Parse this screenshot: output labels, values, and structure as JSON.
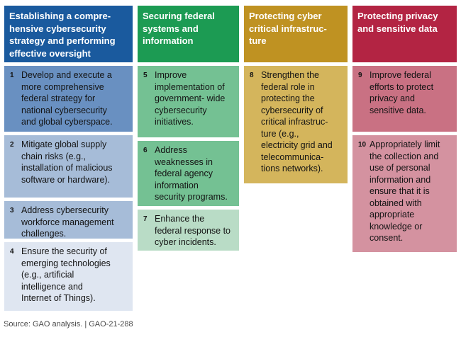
{
  "figure": {
    "source_line": "Source: GAO analysis.  |  GAO-21-288"
  },
  "palette": {
    "col1_header": "#1a5a9e",
    "col1_item_dark": "#6990c1",
    "col1_item_mid": "#a6bcd8",
    "col1_item_light": "#dfe6f1",
    "col2_header": "#1c9b53",
    "col2_item_mid": "#74c193",
    "col2_item_light": "#b9dcc6",
    "col3_header": "#bf9222",
    "col3_item": "#d4b55c",
    "col4_header": "#b32443",
    "col4_item_mid": "#c97183",
    "col4_item_light": "#d492a0",
    "header_text": "#ffffff",
    "item_text": "#141414"
  },
  "columns": [
    {
      "header": "Establishing a compre-\nhensive cybersecurity\nstrategy and performing\neffective oversight",
      "items": [
        {
          "number": "1",
          "text": "Develop and execute a\nmore comprehensive\nfederal strategy for\nnational cybersecurity\nand global cyberspace."
        },
        {
          "number": "2",
          "text": "Mitigate global supply\nchain risks (e.g.,\ninstallation of malicious\nsoftware or hardware)."
        },
        {
          "number": "3",
          "text": "Address cybersecurity\nworkforce management\nchallenges."
        },
        {
          "number": "4",
          "text": "Ensure the security of\nemerging technologies\n(e.g., artificial\nintelligence and\nInternet of Things)."
        }
      ]
    },
    {
      "header": "Securing federal\nsystems and\ninformation",
      "items": [
        {
          "number": "5",
          "text": "Improve\nimplementation of\ngovernment- wide\ncybersecurity\ninitiatives."
        },
        {
          "number": "6",
          "text": "Address\nweaknesses in\nfederal agency\ninformation\nsecurity programs."
        },
        {
          "number": "7",
          "text": "Enhance the\nfederal response to\ncyber incidents."
        }
      ]
    },
    {
      "header": "Protecting cyber\ncritical infrastruc-\nture",
      "items": [
        {
          "number": "8",
          "text": "Strengthen the\nfederal role in\nprotecting the\ncybersecurity of\ncritical infrastruc-\nture (e.g.,\nelectricity grid and\ntelecommunica-\ntions networks)."
        }
      ]
    },
    {
      "header": "Protecting privacy\nand sensitive data",
      "items": [
        {
          "number": "9",
          "text": "Improve federal\nefforts to protect\nprivacy and\nsensitive data."
        },
        {
          "number": "10",
          "text": "Appropriately limit\nthe collection and\nuse of personal\ninformation and\nensure that it is\nobtained with\nappropriate\nknowledge or\nconsent."
        }
      ]
    }
  ]
}
